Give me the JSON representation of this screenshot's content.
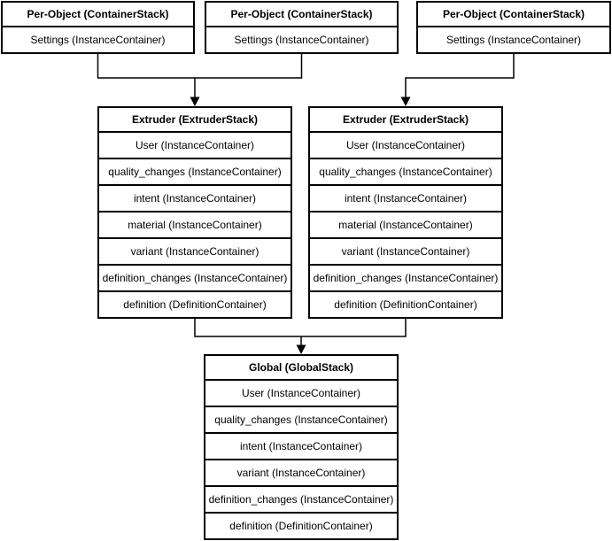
{
  "diagram": {
    "background_color": "#ffffff",
    "line_color": "#000000",
    "text_color": "#000000"
  },
  "stacks": [
    {
      "id": "per-object-1",
      "title": "Per-Object (ContainerStack)",
      "rows": [
        "Settings (InstanceContainer)"
      ]
    },
    {
      "id": "per-object-2",
      "title": "Per-Object (ContainerStack)",
      "rows": [
        "Settings (InstanceContainer)"
      ]
    },
    {
      "id": "per-object-3",
      "title": "Per-Object (ContainerStack)",
      "rows": [
        "Settings (InstanceContainer)"
      ]
    },
    {
      "id": "extruder-1",
      "title": "Extruder (ExtruderStack)",
      "rows": [
        "User (InstanceContainer)",
        "quality_changes (InstanceContainer)",
        "intent (InstanceContainer)",
        "material (InstanceContainer)",
        "variant (InstanceContainer)",
        "definition_changes (InstanceContainer)",
        "definition (DefinitionContainer)"
      ]
    },
    {
      "id": "extruder-2",
      "title": "Extruder (ExtruderStack)",
      "rows": [
        "User (InstanceContainer)",
        "quality_changes (InstanceContainer)",
        "intent (InstanceContainer)",
        "material (InstanceContainer)",
        "variant (InstanceContainer)",
        "definition_changes (InstanceContainer)",
        "definition (DefinitionContainer)"
      ]
    },
    {
      "id": "global",
      "title": "Global (GlobalStack)",
      "rows": [
        "User (InstanceContainer)",
        "quality_changes (InstanceContainer)",
        "intent (InstanceContainer)",
        "variant (InstanceContainer)",
        "definition_changes (InstanceContainer)",
        "definition (DefinitionContainer)"
      ]
    }
  ],
  "edges": [
    {
      "from": [
        "per-object-1",
        "per-object-2"
      ],
      "to": "extruder-1"
    },
    {
      "from": [
        "per-object-3"
      ],
      "to": "extruder-2"
    },
    {
      "from": [
        "extruder-1",
        "extruder-2"
      ],
      "to": "global"
    }
  ]
}
